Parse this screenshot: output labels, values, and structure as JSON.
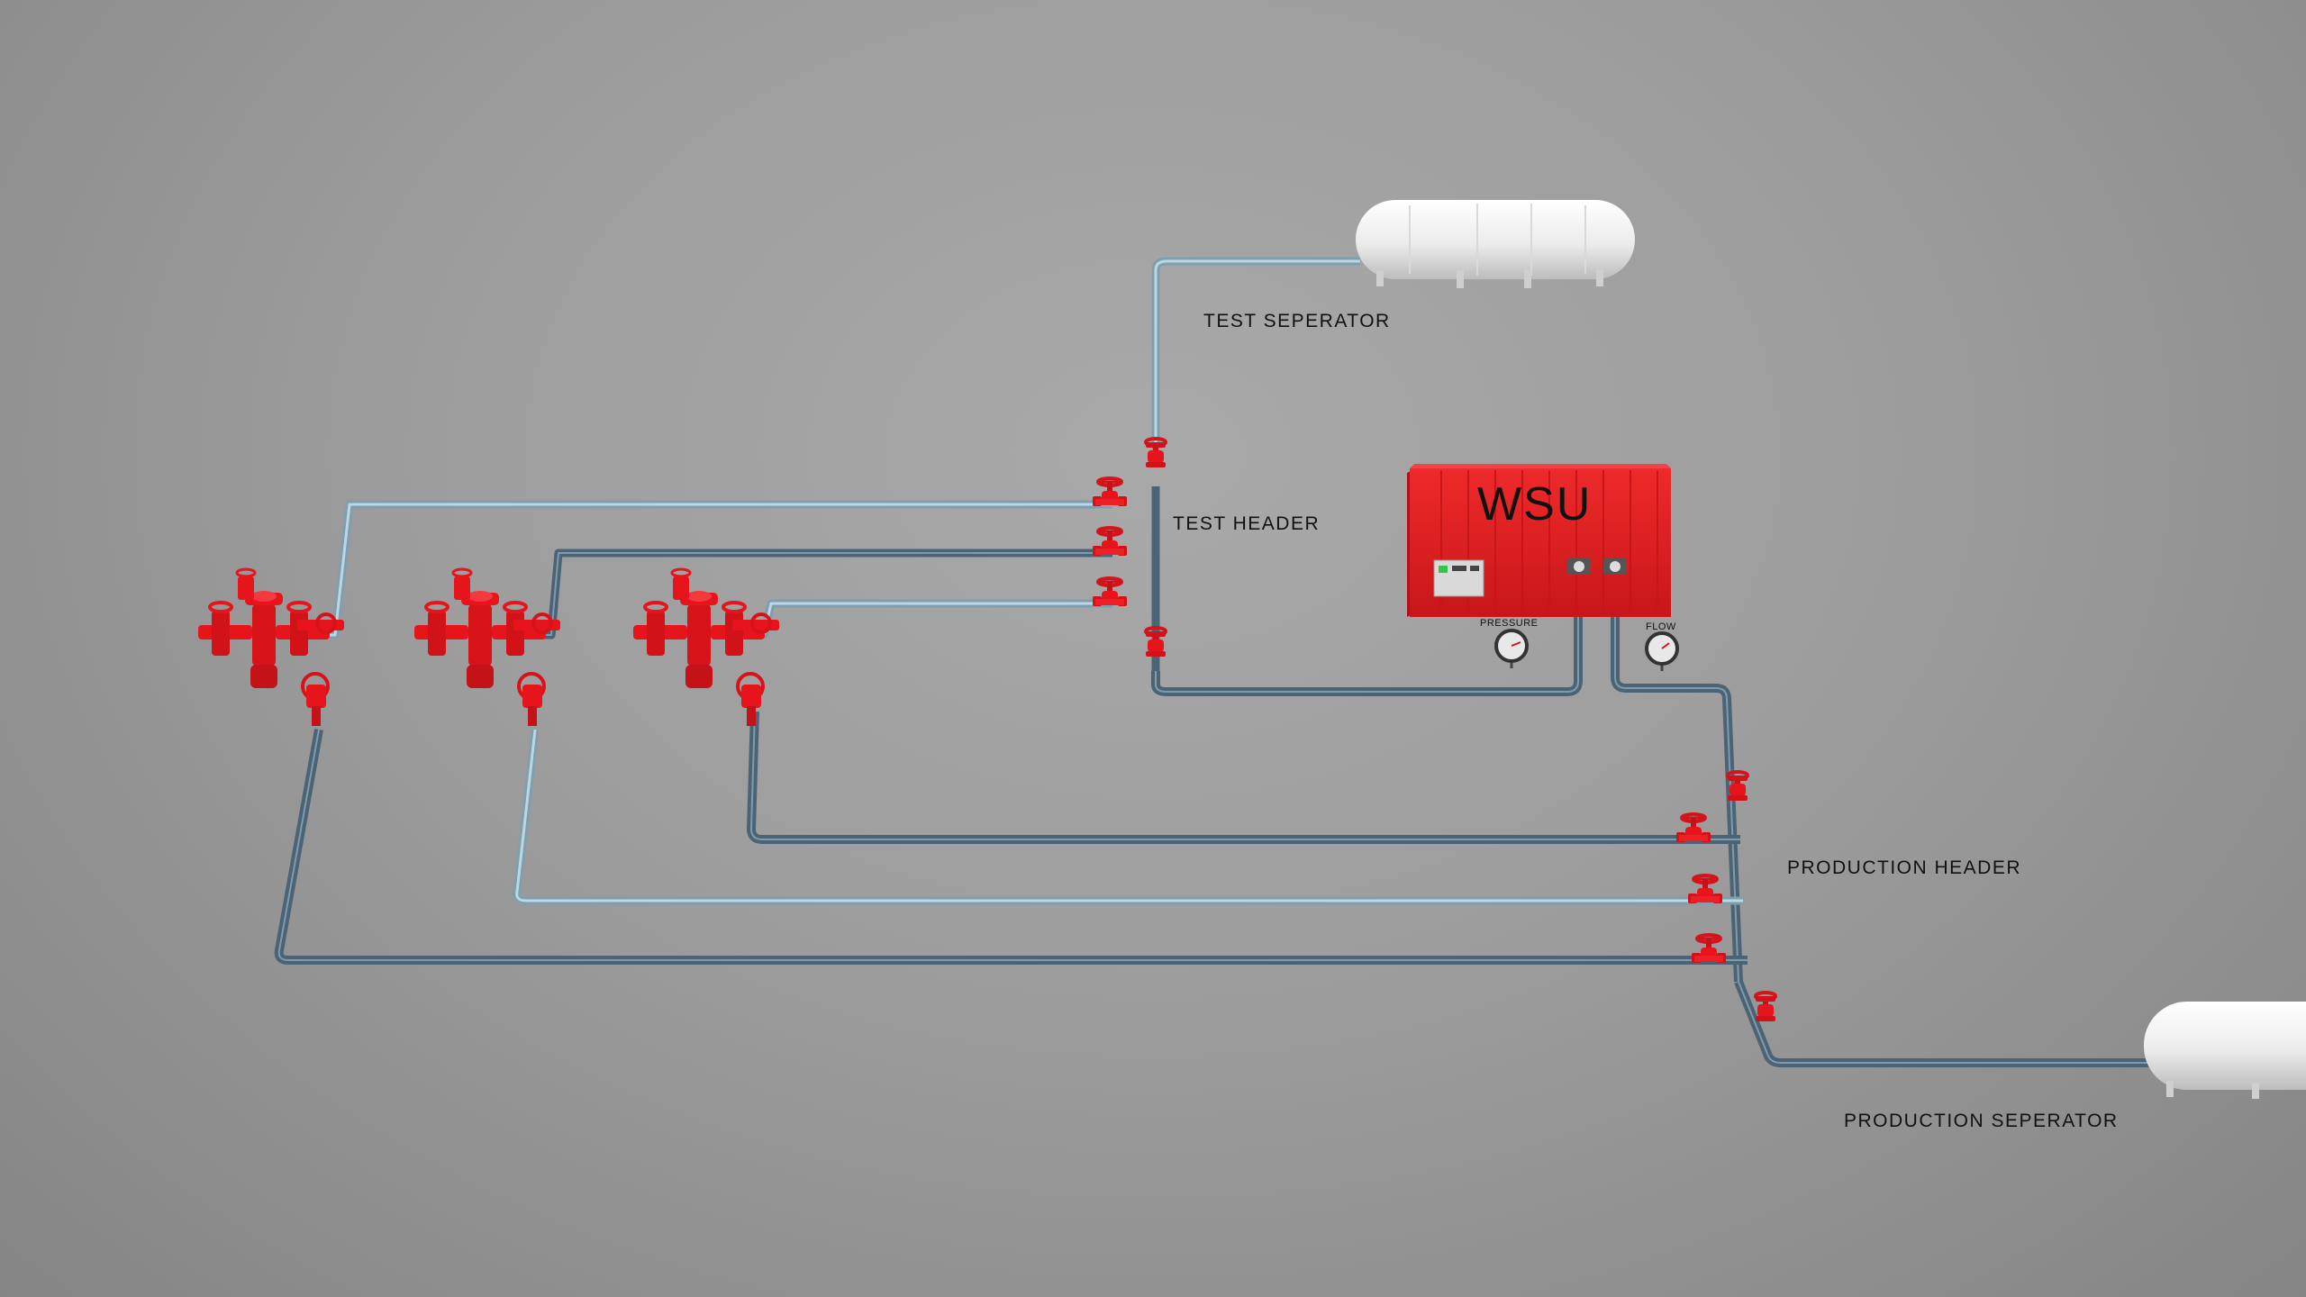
{
  "labels": {
    "test_separator": "TEST SEPERATOR",
    "test_header": "TEST HEADER",
    "production_header": "PRODUCTION HEADER",
    "production_separator": "PRODUCTION SEPERATOR",
    "wsu": "WSU",
    "pressure_gauge": "PRESSURE",
    "flow_gauge": "FLOW"
  },
  "colors": {
    "valve_red": "#e8141b",
    "pipe_dark": "#4c6678",
    "pipe_light": "#8fb0c0",
    "unit_red": "#e0191e",
    "vessel_white": "#f4f4f4"
  },
  "icons": [
    "wellhead-icon",
    "gate-valve-icon",
    "gauge-icon",
    "separator-vessel-icon",
    "container-unit-icon"
  ]
}
